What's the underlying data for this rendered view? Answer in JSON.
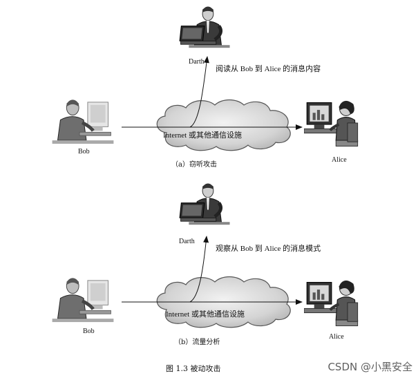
{
  "panels": [
    {
      "eavesdropper": "Darth",
      "sender": "Bob",
      "receiver": "Alice",
      "network_label": "Internet 或其他通信设施",
      "attack_description": "阅读从 Bob 到 Alice 的消息内容",
      "subcaption": "（a）窃听攻击"
    },
    {
      "eavesdropper": "Darth",
      "sender": "Bob",
      "receiver": "Alice",
      "network_label": "Internet 或其他通信设施",
      "attack_description": "观察从 Bob 到 Alice 的消息模式",
      "subcaption": "（b）流量分析"
    }
  ],
  "figure_caption": "图 1.3    被动攻击",
  "watermark": "CSDN @小黑安全",
  "icons": {
    "eavesdropper": "man-at-laptop-icon",
    "sender": "man-at-desk-computer-icon",
    "receiver": "woman-at-computer-icon",
    "network": "cloud-icon"
  }
}
